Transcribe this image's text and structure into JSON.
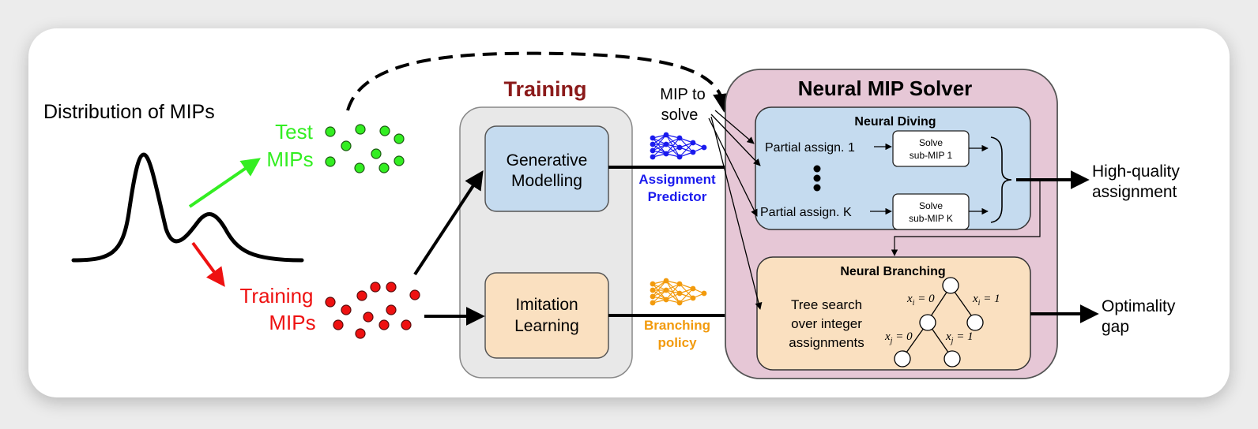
{
  "left": {
    "distribution_title": "Distribution of MIPs",
    "test_line1": "Test",
    "test_line2": "MIPs",
    "train_line1": "Training",
    "train_line2": "MIPs"
  },
  "training": {
    "title": "Training",
    "box1_line1": "Generative",
    "box1_line2": "Modelling",
    "box2_line1": "Imitation",
    "box2_line2": "Learning"
  },
  "middle": {
    "mip_line1": "MIP to",
    "mip_line2": "solve",
    "assign_line1": "Assignment",
    "assign_line2": "Predictor",
    "branch_line1": "Branching",
    "branch_line2": "policy"
  },
  "solver": {
    "title": "Neural MIP Solver",
    "diving": {
      "title": "Neural Diving",
      "partial1": "Partial assign. 1",
      "partialK": "Partial assign. K",
      "solve1_line1": "Solve",
      "solve1_line2": "sub-MIP 1",
      "solveK_line1": "Solve",
      "solveK_line2": "sub-MIP K"
    },
    "branching": {
      "title": "Neural Branching",
      "text_line1": "Tree search",
      "text_line2": "over integer",
      "text_line3": "assignments",
      "edge1_var": "x",
      "edge1_sub": "i",
      "edge1_val": " = 0",
      "edge2_var": "x",
      "edge2_sub": "i",
      "edge2_val": " = 1",
      "edge3_var": "x",
      "edge3_sub": "j",
      "edge3_val": " = 0",
      "edge4_var": "x",
      "edge4_sub": "j",
      "edge4_val": " = 1"
    }
  },
  "outputs": {
    "hq_line1": "High-quality",
    "hq_line2": "assignment",
    "opt_line1": "Optimality",
    "opt_line2": "gap"
  },
  "colors": {
    "test": "#33ee22",
    "train": "#ee1111",
    "training_title": "#8b1a1a",
    "assignment": "#1a1aee",
    "branching": "#f29a0c",
    "solver_bg": "#e6c7d6",
    "diving_bg": "#c5dbef",
    "branch_bg": "#fae0c0",
    "training_bg": "#e8e8e8"
  }
}
